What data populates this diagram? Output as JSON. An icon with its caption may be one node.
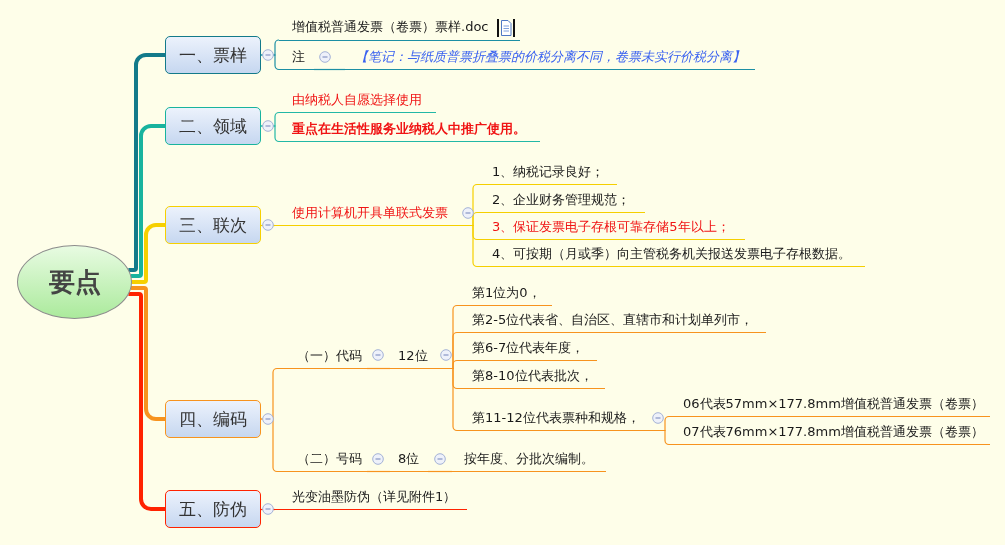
{
  "diagram": {
    "nodes": [
      {
        "text": [
          "要点"
        ]
      },
      {
        "text": [
          "一、票样"
        ]
      },
      {
        "text": [
          "增值税普通发票（卷票）票样.doc"
        ]
      },
      {
        "text": [
          "注"
        ]
      },
      {
        "text": [
          "【笔记：与纸质普票折叠票的价税分离不同，卷票未实行价税分离】"
        ]
      },
      {
        "text": [
          "二、领域"
        ]
      },
      {
        "text": [
          "由纳税人自愿选择使用"
        ]
      },
      {
        "text": [
          "重点在生活性服务业纳税人中推广使用。"
        ]
      },
      {
        "text": [
          "三、联次"
        ]
      },
      {
        "text": [
          "使用计算机开具单联式发票"
        ]
      },
      {
        "text": [
          "1、纳税记录良好；"
        ]
      },
      {
        "text": [
          "2、企业财务管理规范；"
        ]
      },
      {
        "text": [
          "3、保证发票电子存根可靠存储5年以上；"
        ]
      },
      {
        "text": [
          "4、可按期（月或季）向主管税务机关报送发票电子存根数据。"
        ]
      },
      {
        "text": [
          "四、编码"
        ]
      },
      {
        "text": [
          "（一）代码"
        ]
      },
      {
        "text": [
          "12位"
        ]
      },
      {
        "text": [
          "第1位为0，"
        ]
      },
      {
        "text": [
          "第2-5位代表省、自治区、直辖市和计划单列市，"
        ]
      },
      {
        "text": [
          "第6-7位代表年度，"
        ]
      },
      {
        "text": [
          "第8-10位代表批次，"
        ]
      },
      {
        "text": [
          "第11-12位代表票种和规格，"
        ]
      },
      {
        "text": [
          "06代表57mm×177.8mm增值税普通发票（卷票）"
        ]
      },
      {
        "text": [
          "07代表76mm×177.8mm增值税普通发票（卷票）"
        ]
      },
      {
        "text": [
          "（二）号码"
        ]
      },
      {
        "text": [
          "8位"
        ]
      },
      {
        "text": [
          "按年度、分批次编制。"
        ]
      },
      {
        "text": [
          "五、防伪"
        ]
      },
      {
        "text": [
          "光变油墨防伪（详见附件1）"
        ]
      }
    ],
    "edges": [
      {
        "from": 0,
        "to": 1,
        "arrow": "none",
        "style": "thick",
        "color": "#137a8a"
      },
      {
        "from": 0,
        "to": 5,
        "arrow": "none",
        "style": "thick",
        "color": "#18b39e"
      },
      {
        "from": 0,
        "to": 8,
        "arrow": "none",
        "style": "thick",
        "color": "#f6d000"
      },
      {
        "from": 0,
        "to": 14,
        "arrow": "none",
        "style": "thick",
        "color": "#f7931e"
      },
      {
        "from": 0,
        "to": 27,
        "arrow": "none",
        "style": "thick",
        "color": "#ff2200"
      },
      {
        "from": 1,
        "to": 2,
        "arrow": "none",
        "color": "#1c8fa4"
      },
      {
        "from": 1,
        "to": 3,
        "arrow": "none",
        "color": "#1c8fa4"
      },
      {
        "from": 3,
        "to": 4,
        "arrow": "none",
        "color": "#1c8fa4"
      },
      {
        "from": 5,
        "to": 6,
        "arrow": "none",
        "color": "#22b8a6"
      },
      {
        "from": 5,
        "to": 7,
        "arrow": "none",
        "color": "#22b8a6"
      },
      {
        "from": 8,
        "to": 9,
        "arrow": "none",
        "color": "#f5cf00"
      },
      {
        "from": 9,
        "to": 10,
        "arrow": "none",
        "color": "#f5cf00"
      },
      {
        "from": 9,
        "to": 11,
        "arrow": "none",
        "color": "#f5cf00"
      },
      {
        "from": 9,
        "to": 12,
        "arrow": "none",
        "color": "#f5cf00"
      },
      {
        "from": 9,
        "to": 13,
        "arrow": "none",
        "color": "#f5cf00"
      },
      {
        "from": 14,
        "to": 15,
        "arrow": "none",
        "color": "#f7931e"
      },
      {
        "from": 15,
        "to": 16,
        "arrow": "none",
        "color": "#f7931e"
      },
      {
        "from": 16,
        "to": 17,
        "arrow": "none",
        "color": "#f7931e"
      },
      {
        "from": 16,
        "to": 18,
        "arrow": "none",
        "color": "#f7931e"
      },
      {
        "from": 16,
        "to": 19,
        "arrow": "none",
        "color": "#f7931e"
      },
      {
        "from": 16,
        "to": 20,
        "arrow": "none",
        "color": "#f7931e"
      },
      {
        "from": 16,
        "to": 21,
        "arrow": "none",
        "color": "#f7931e"
      },
      {
        "from": 21,
        "to": 22,
        "arrow": "none",
        "color": "#f7931e"
      },
      {
        "from": 21,
        "to": 23,
        "arrow": "none",
        "color": "#f7931e"
      },
      {
        "from": 14,
        "to": 24,
        "arrow": "none",
        "color": "#f7931e"
      },
      {
        "from": 24,
        "to": 25,
        "arrow": "none",
        "color": "#f7931e"
      },
      {
        "from": 25,
        "to": 26,
        "arrow": "none",
        "color": "#f7931e"
      },
      {
        "from": 27,
        "to": 28,
        "arrow": "none",
        "color": "#ff2200"
      }
    ]
  }
}
